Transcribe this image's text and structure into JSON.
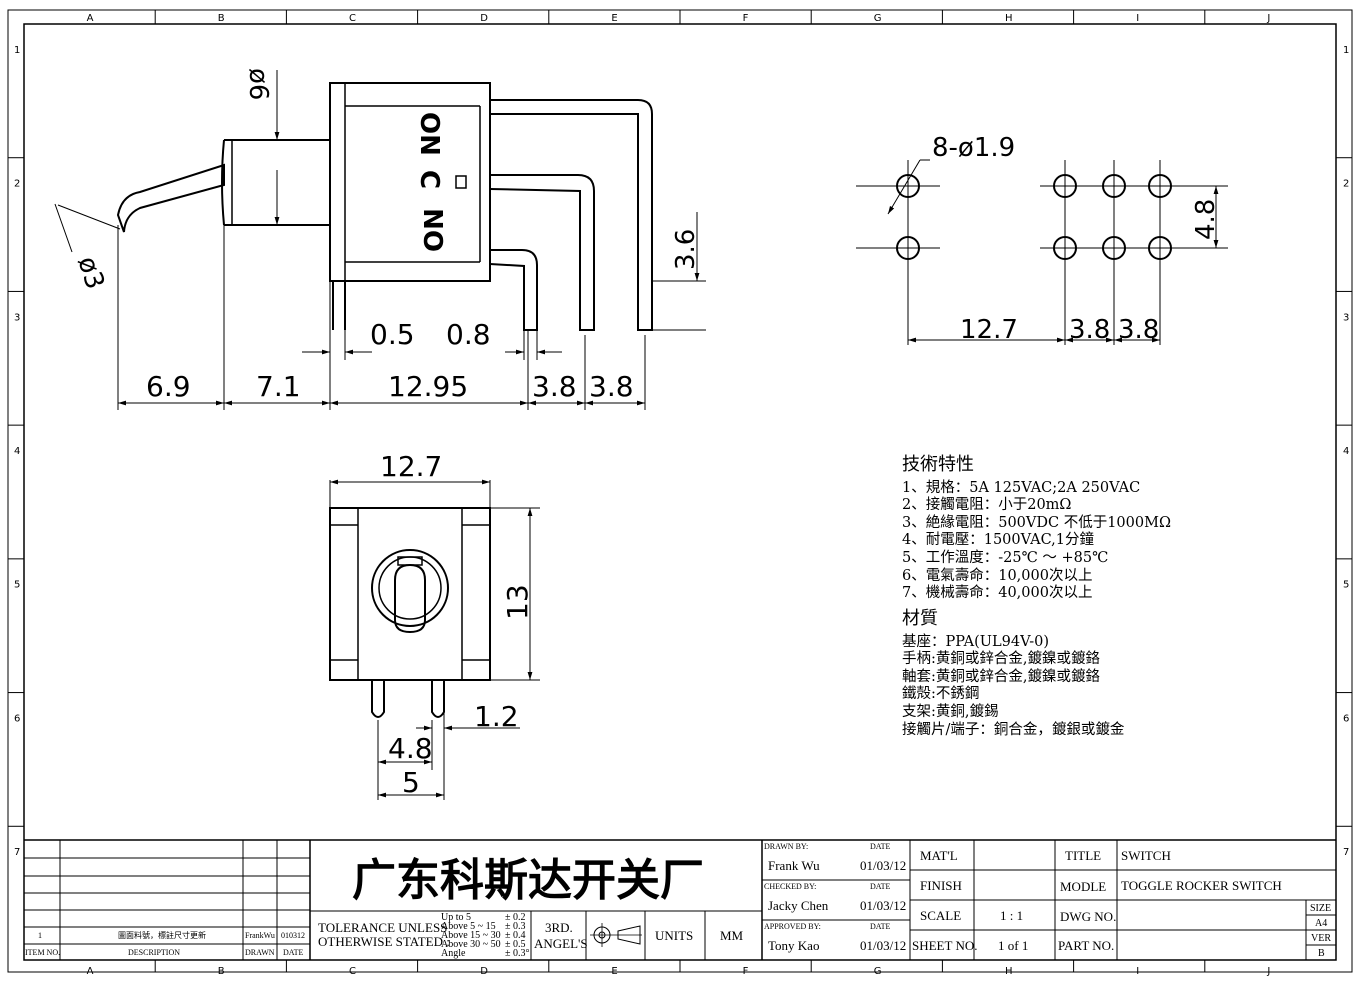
{
  "zones": {
    "columns": [
      "A",
      "B",
      "C",
      "D",
      "E",
      "F",
      "G",
      "H",
      "I",
      "J"
    ],
    "rows": [
      "1",
      "2",
      "3",
      "4",
      "5",
      "6",
      "7"
    ]
  },
  "side_view": {
    "dims": {
      "stem_dia": "ø6",
      "handle_dia": "ø3",
      "d1": "6.9",
      "d2": "7.1",
      "d3": "12.95",
      "d4": "3.8",
      "d5": "3.8",
      "gap1": "0.5",
      "gap2": "0.8",
      "height": "3.6"
    },
    "markings": {
      "on_top": "ON",
      "center": "C",
      "on_bottom": "ON"
    }
  },
  "pcb_view": {
    "dims": {
      "holes": "8-ø1.9",
      "pitch_v": "4.8",
      "offset": "12.7",
      "pitch_h1": "3.8",
      "pitch_h2": "3.8"
    }
  },
  "front_view": {
    "dims": {
      "width": "12.7",
      "height": "13",
      "pin_w": "1.2",
      "pin_gap": "4.8",
      "pin_span": "5"
    }
  },
  "specs": {
    "tech_title": "技術特性",
    "tech_items": [
      "1、規格：5A 125VAC;2A 250VAC",
      "2、接觸電阻：小于20mΩ",
      "3、絶緣電阻：500VDC 不低于1000MΩ",
      "4、耐電壓：1500VAC,1分鐘",
      "5、工作溫度：-25℃ ～ +85℃",
      "6、電氣壽命：10,000次以上",
      "7、機械壽命：40,000次以上"
    ],
    "mat_title": "材質",
    "mat_items": [
      "基座：PPA(UL94V-0)",
      "手柄:黄銅或鋅合金,鍍鎳或鍍鉻",
      "軸套:黄銅或鋅合金,鍍鎳或鍍鉻",
      "鐵殻:不銹鋼",
      "支架:黄銅,鍍錫",
      "接觸片/端子：銅合金，鍍銀或鍍金"
    ]
  },
  "title_block": {
    "revision": {
      "item_no": "1",
      "description": "圖面料號，標註尺寸更新",
      "drawn": "FrankWu",
      "date": "010312",
      "h_item": "ITEM NO.",
      "h_desc": "DESCRIPTION",
      "h_drawn": "DRAWN",
      "h_date": "DATE"
    },
    "company": "广东科斯达开关厂",
    "tolerance": {
      "label1": "TOLERANCE UNLESS",
      "label2": "OTHERWISE STATED :",
      "rows": [
        "Up  to  5",
        "Above 5  ~ 15",
        "Above 15 ~ 30",
        "Above 30 ~ 50",
        "Angle"
      ],
      "values": [
        "± 0.2",
        "± 0.3",
        "± 0.4",
        "± 0.5",
        "± 0.3°"
      ]
    },
    "projection": {
      "line1": "3RD.",
      "line2": "ANGEL'S"
    },
    "units_label": "UNITS",
    "units_value": "MM",
    "drawn_by_label": "DRAWN BY:",
    "drawn_by": "Frank Wu",
    "checked_by_label": "CHECKED BY:",
    "checked_by": "Jacky Chen",
    "approved_by_label": "APPROVED BY:",
    "approved_by": "Tony Kao",
    "date_label": "DATE",
    "date1": "01/03/12",
    "date2": "01/03/12",
    "date3": "01/03/12",
    "matl_label": "MAT'L",
    "matl_value": "",
    "finish_label": "FINISH",
    "finish_value": "",
    "scale_label": "SCALE",
    "scale_value": "1 : 1",
    "sheet_label": "SHEET NO.",
    "sheet_value": "1 of 1",
    "title_label": "TITLE",
    "title_value": "SWITCH",
    "model_label": "MODLE",
    "model_value": "TOGGLE ROCKER SWITCH",
    "dwg_label": "DWG NO.",
    "dwg_value": "",
    "part_label": "PART NO.",
    "part_value": "",
    "size_label": "SIZE",
    "size_value": "A4",
    "ver_label": "VER",
    "ver_value": "B"
  },
  "colors": {
    "line": "#000000",
    "paper": "#ffffff"
  }
}
